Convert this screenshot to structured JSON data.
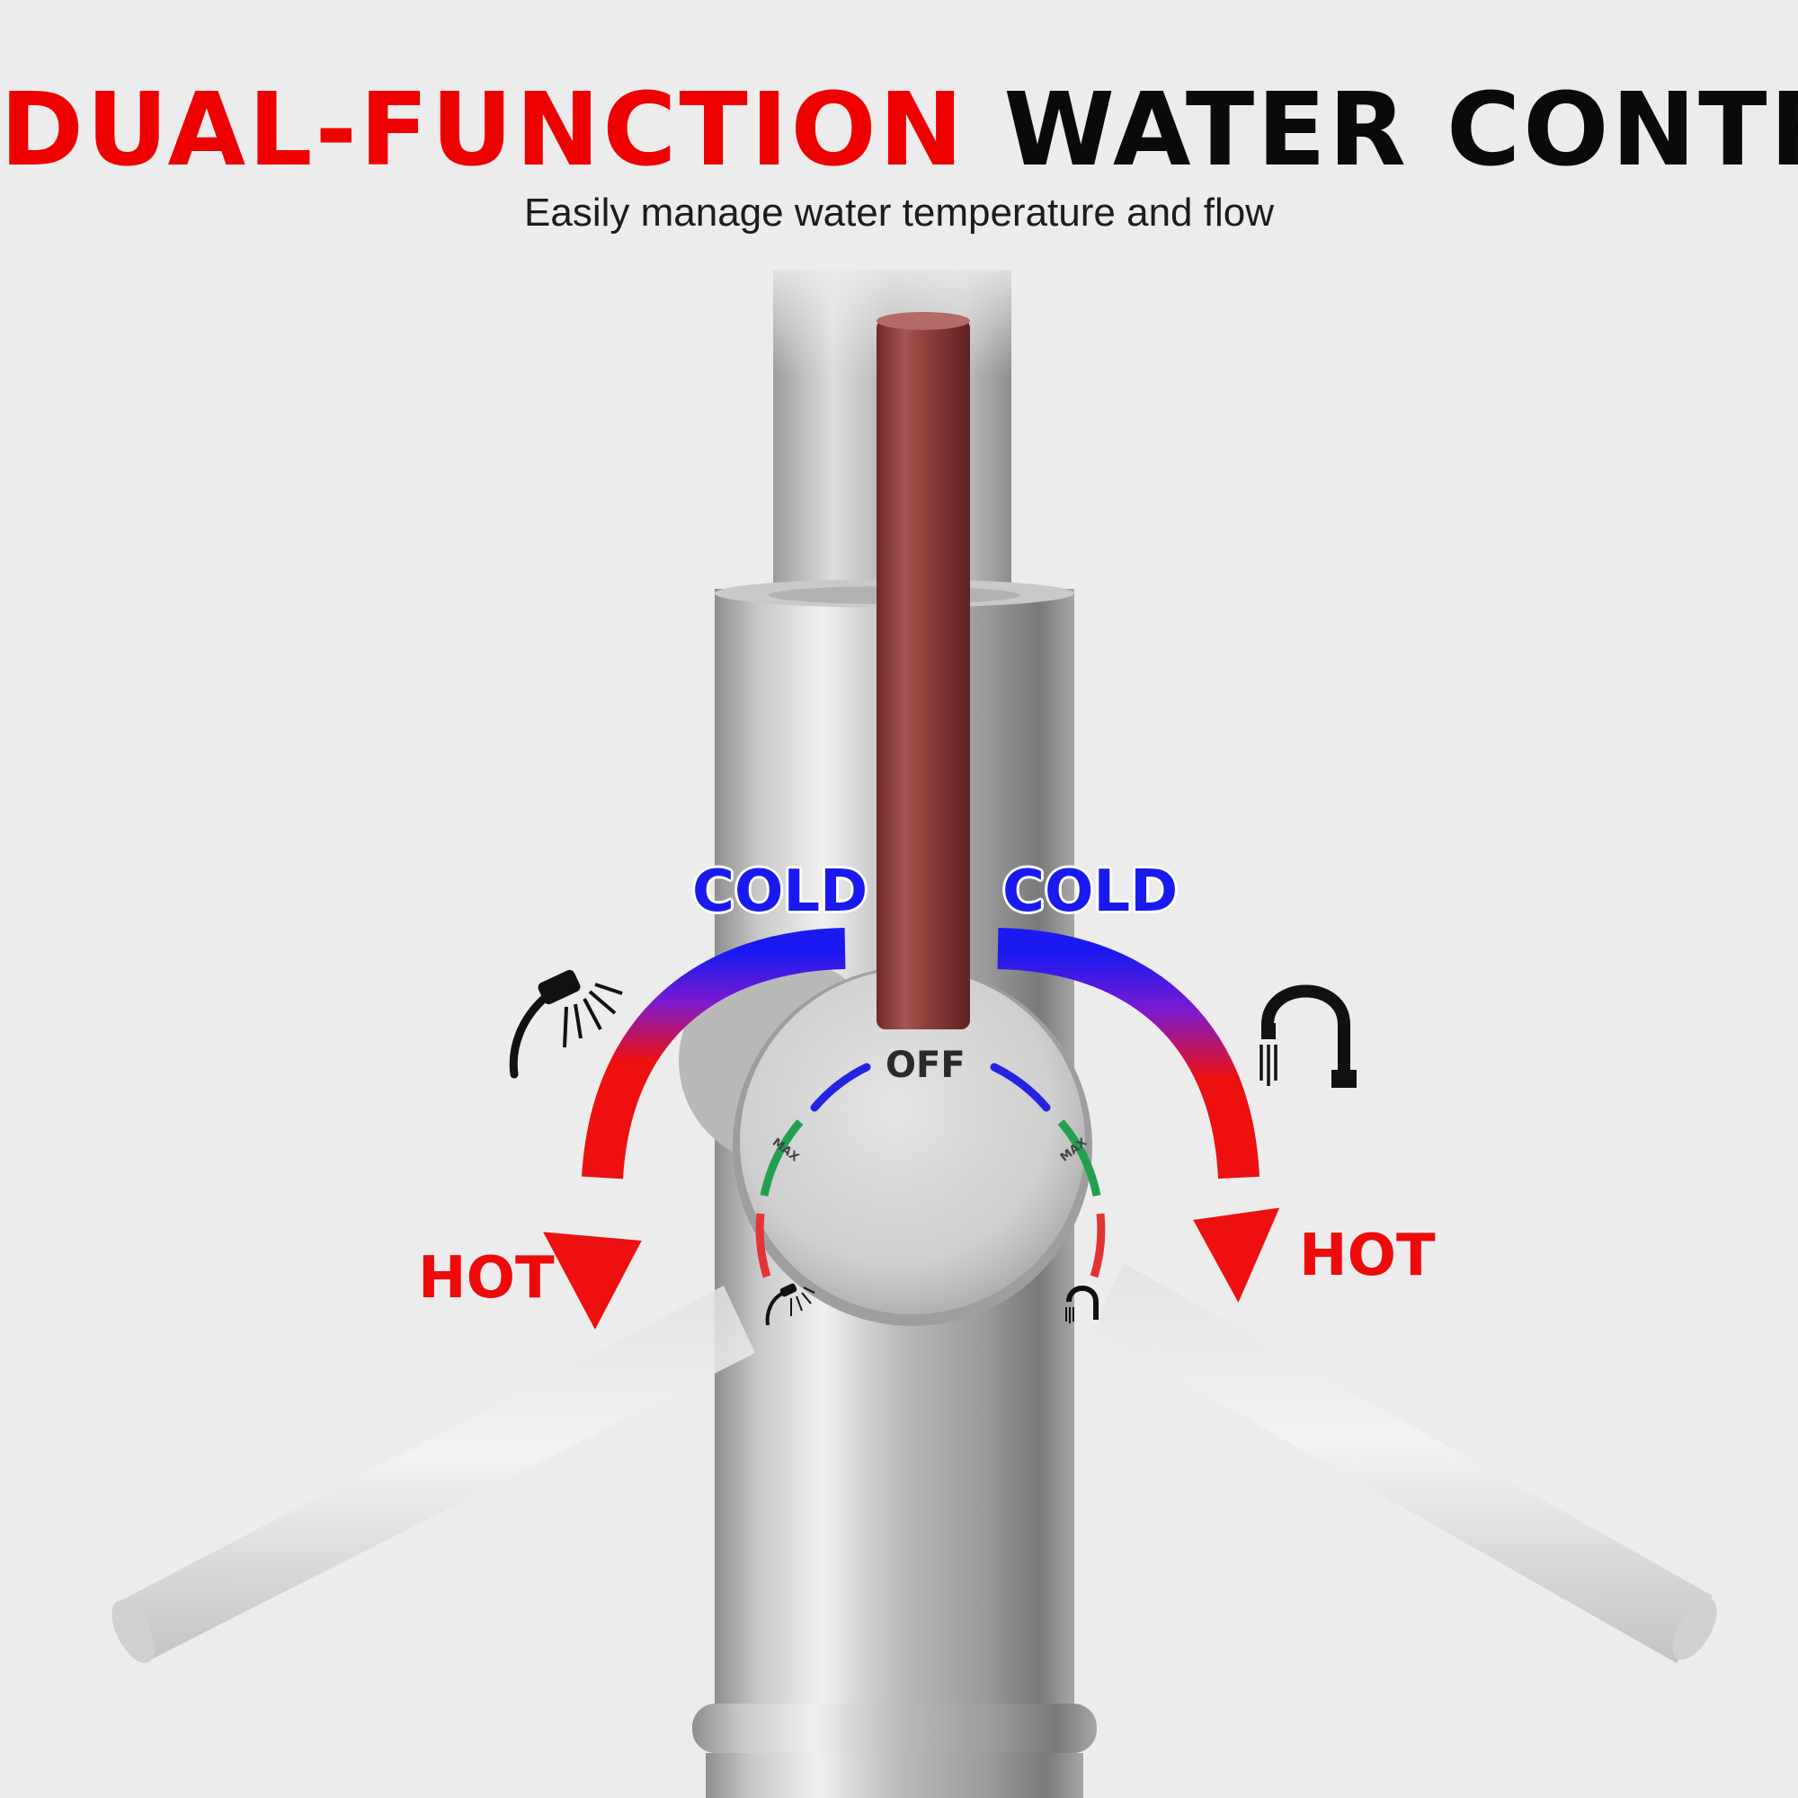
{
  "title": {
    "part1": "DUAL-FUNCTION",
    "part2": "WATER CONTROL"
  },
  "subtitle": "Easily manage water temperature and flow",
  "labels": {
    "cold_left": "COLD",
    "cold_right": "COLD",
    "hot_left": "HOT",
    "hot_right": "HOT",
    "off": "OFF",
    "max_left": "MAX",
    "max_right": "MAX"
  },
  "icons": {
    "left_mode": "spray-head-icon",
    "right_mode": "stream-spout-icon"
  },
  "colors": {
    "accent_red": "#ee0000",
    "cold_blue": "#1a1af0",
    "hot_red": "#ee0a0a",
    "flow_green": "#22a050",
    "handle": "#8b3a36"
  }
}
